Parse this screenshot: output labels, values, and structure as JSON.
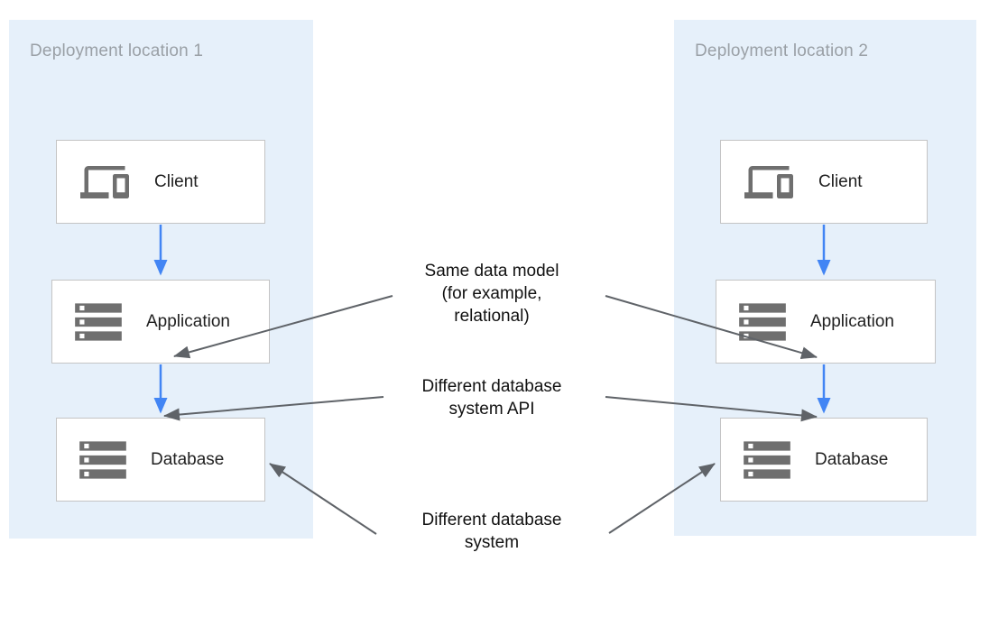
{
  "diagram": {
    "panels": [
      {
        "label": "Deployment location 1",
        "nodes": [
          {
            "label": "Client",
            "icon": "devices-icon"
          },
          {
            "label": "Application",
            "icon": "storage-icon"
          },
          {
            "label": "Database",
            "icon": "storage-icon"
          }
        ]
      },
      {
        "label": "Deployment location 2",
        "nodes": [
          {
            "label": "Client",
            "icon": "devices-icon"
          },
          {
            "label": "Application",
            "icon": "storage-icon"
          },
          {
            "label": "Database",
            "icon": "storage-icon"
          }
        ]
      }
    ],
    "annotations": [
      {
        "text": "Same data model\n(for example,\nrelational)"
      },
      {
        "text": "Different database\nsystem API"
      },
      {
        "text": "Different database\nsystem"
      }
    ],
    "colors": {
      "panel_background": "#e6f0fa",
      "box_border": "#c4c4c4",
      "icon_gray": "#6f6f6f",
      "flow_arrow_blue": "#4285f4",
      "annotation_arrow_gray": "#5f6368",
      "panel_label_gray": "#9aa0a6",
      "node_text": "#212121",
      "annotation_text": "#111111"
    }
  }
}
